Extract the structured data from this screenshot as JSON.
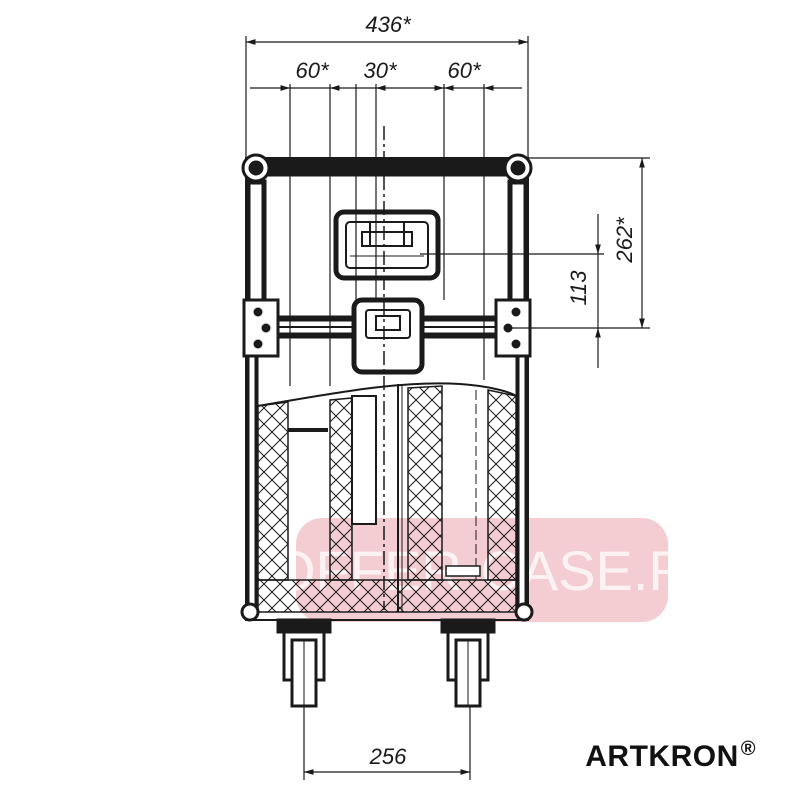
{
  "dimensions": {
    "overall_width": "436*",
    "segment_left": "60*",
    "segment_center": "30*",
    "segment_right": "60*",
    "height_lower": "113",
    "height_upper": "262*",
    "wheel_spacing": "256"
  },
  "watermark": "KOFFER-CASE.RU",
  "brand": {
    "name": "ARTKRON",
    "mark": "®"
  },
  "colors": {
    "line": "#1a1a1a",
    "watermark": "#e06070"
  }
}
